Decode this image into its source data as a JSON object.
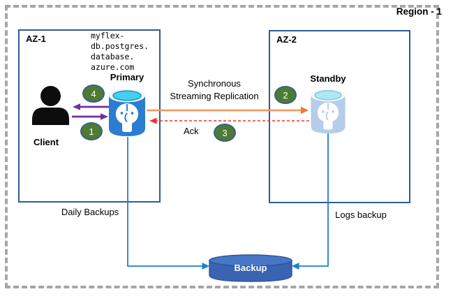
{
  "region": {
    "label": "Region - 1",
    "border_color": "#A6A6A6"
  },
  "zones": {
    "az1": {
      "label": "AZ-1"
    },
    "az2": {
      "label": "AZ-2"
    }
  },
  "nodes": {
    "client": {
      "label": "Client",
      "icon": "person-icon"
    },
    "primary": {
      "label": "Primary",
      "hostname": "myflex-\ndb.postgres.\ndatabase.\nazure.com",
      "icon": "postgresql-database-icon"
    },
    "standby": {
      "label": "Standby",
      "icon": "postgresql-database-icon"
    },
    "backup": {
      "label": "Backup",
      "icon": "storage-cylinder-icon"
    }
  },
  "flows": {
    "replication": {
      "label": "Synchronous\nStreaming Replication",
      "line_color": "#F1975E",
      "head_color": "#ED7D31",
      "style": "solid-arrow-right"
    },
    "ack": {
      "label": "Ack",
      "color": "#FF2B20",
      "style": "dashed-arrow-left"
    },
    "client_traffic": {
      "color": "#7030A0",
      "style": "two-arrows"
    },
    "daily_backups": {
      "label": "Daily Backups",
      "color": "#1B7FD4"
    },
    "logs_backup": {
      "label": "Logs backup",
      "color": "#1B7FD4"
    }
  },
  "steps": [
    "1",
    "2",
    "3",
    "4"
  ],
  "colors": {
    "az_border": "#2E5B97",
    "badge_fill": "#4E7B33",
    "badge_border": "#35618C",
    "primary_db_blue": "#2A7DD1",
    "standby_db_blue": "#B5CDEA",
    "backup_fill": "#3A63B2",
    "backup_text": "#FFFFFF"
  }
}
